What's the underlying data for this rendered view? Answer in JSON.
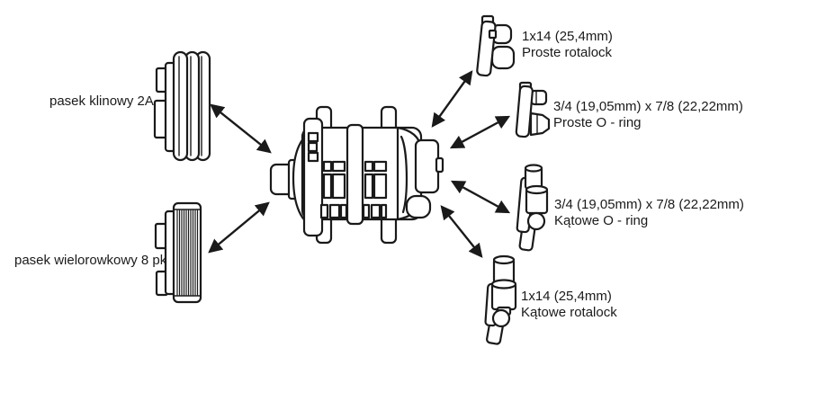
{
  "colors": {
    "background": "#ffffff",
    "line": "#1a1a1a",
    "text": "#1a1a1a"
  },
  "pulleys": [
    {
      "label": "pasek klinowy 2A"
    },
    {
      "label": "pasek wielorowkowy 8 pk"
    }
  ],
  "fittings": [
    {
      "size": "1x14 (25,4mm)",
      "type": "Proste rotalock"
    },
    {
      "size": "3/4 (19,05mm) x 7/8 (22,22mm)",
      "type": "Proste O - ring"
    },
    {
      "size": "3/4 (19,05mm) x 7/8 (22,22mm)",
      "type": "Kątowe O - ring"
    },
    {
      "size": "1x14 (25,4mm)",
      "type": "Kątowe rotalock"
    }
  ]
}
